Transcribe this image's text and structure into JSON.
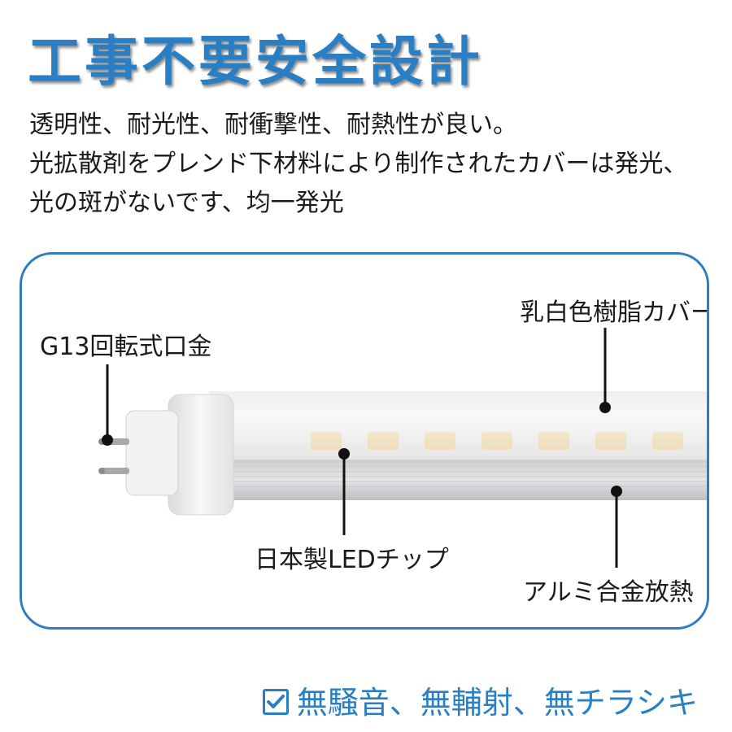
{
  "title": "工事不要安全設計",
  "description": [
    "透明性、耐光性、耐衝撃性、耐熱性が良い。",
    "光拡散剤をプレンド下材料により制作されたカバーは発光、",
    "光の斑がないです、均一発光"
  ],
  "callouts": {
    "cover": "乳白色樹脂カバー",
    "base": "G13回転式口金",
    "chip": "日本製LEDチップ",
    "heatsink": "アルミ合金放熱"
  },
  "footer": {
    "icon": "checkbox-checked-icon",
    "text": "無騒音、無輔射、無チラシキ"
  },
  "colors": {
    "accent": "#2a7fc4",
    "panel_border": "#2e7dc2"
  }
}
